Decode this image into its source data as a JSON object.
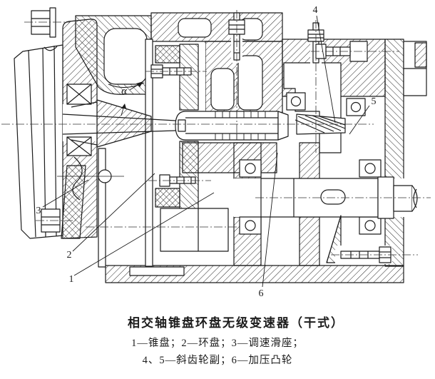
{
  "figure": {
    "title": "相交轴锥盘环盘无级变速器（干式）",
    "legend": {
      "line1": "1—锥盘；2—环盘；3—调速滑座；",
      "line2": "4、5—斜齿轮副；6—加压凸轮"
    },
    "callouts": {
      "n1": "1",
      "n2": "2",
      "n3": "3",
      "n4": "4",
      "n5": "5",
      "n6": "6"
    },
    "angle_label": "α",
    "colors": {
      "line_color": "#1c1c1c",
      "background": "#ffffff"
    }
  }
}
